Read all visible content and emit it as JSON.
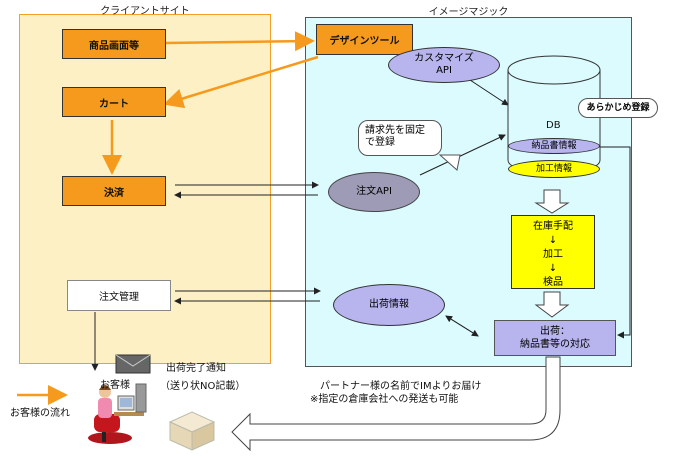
{
  "client_site": {
    "title": "クライアントサイト",
    "product_screen": "商品画面等",
    "cart": "カート",
    "payment": "決済",
    "order_management": "注文管理"
  },
  "image_magic": {
    "title": "イメージマジック",
    "design_tool": "デザインツール",
    "customize_api_line1": "カスタマイズ",
    "customize_api_line2": "API",
    "db_label": "DB",
    "delivery_info": "納品書情報",
    "processing_info": "加工情報",
    "pre_registration": "あらかじめ登録",
    "billing_callout_line1": "請求先を固定",
    "billing_callout_line2": "で登録",
    "order_api": "注文API",
    "shipping_info": "出荷情報",
    "process_line1": "在庫手配",
    "process_arrow1": "↓",
    "process_line2": "加工",
    "process_arrow2": "↓",
    "process_line3": "検品",
    "shipment_line1": "出荷：",
    "shipment_line2": "納品書等の対応"
  },
  "bottom": {
    "customer": "お客様",
    "shipment_notice_line1": "出荷完了通知",
    "shipment_notice_line2": "（送り状NO記載）",
    "partner_note_line1": "パートナー様の名前でIMよりお届け",
    "partner_note_line2": "※指定の倉庫会社への発送も可能",
    "legend_label": "お客様の流れ"
  },
  "colors": {
    "orange": "#f59a1c",
    "client_bg": "#fdf0c4",
    "imagemagic_bg": "#dbfbff",
    "lavender": "#b7b4ee",
    "yellow": "#ffff00"
  }
}
